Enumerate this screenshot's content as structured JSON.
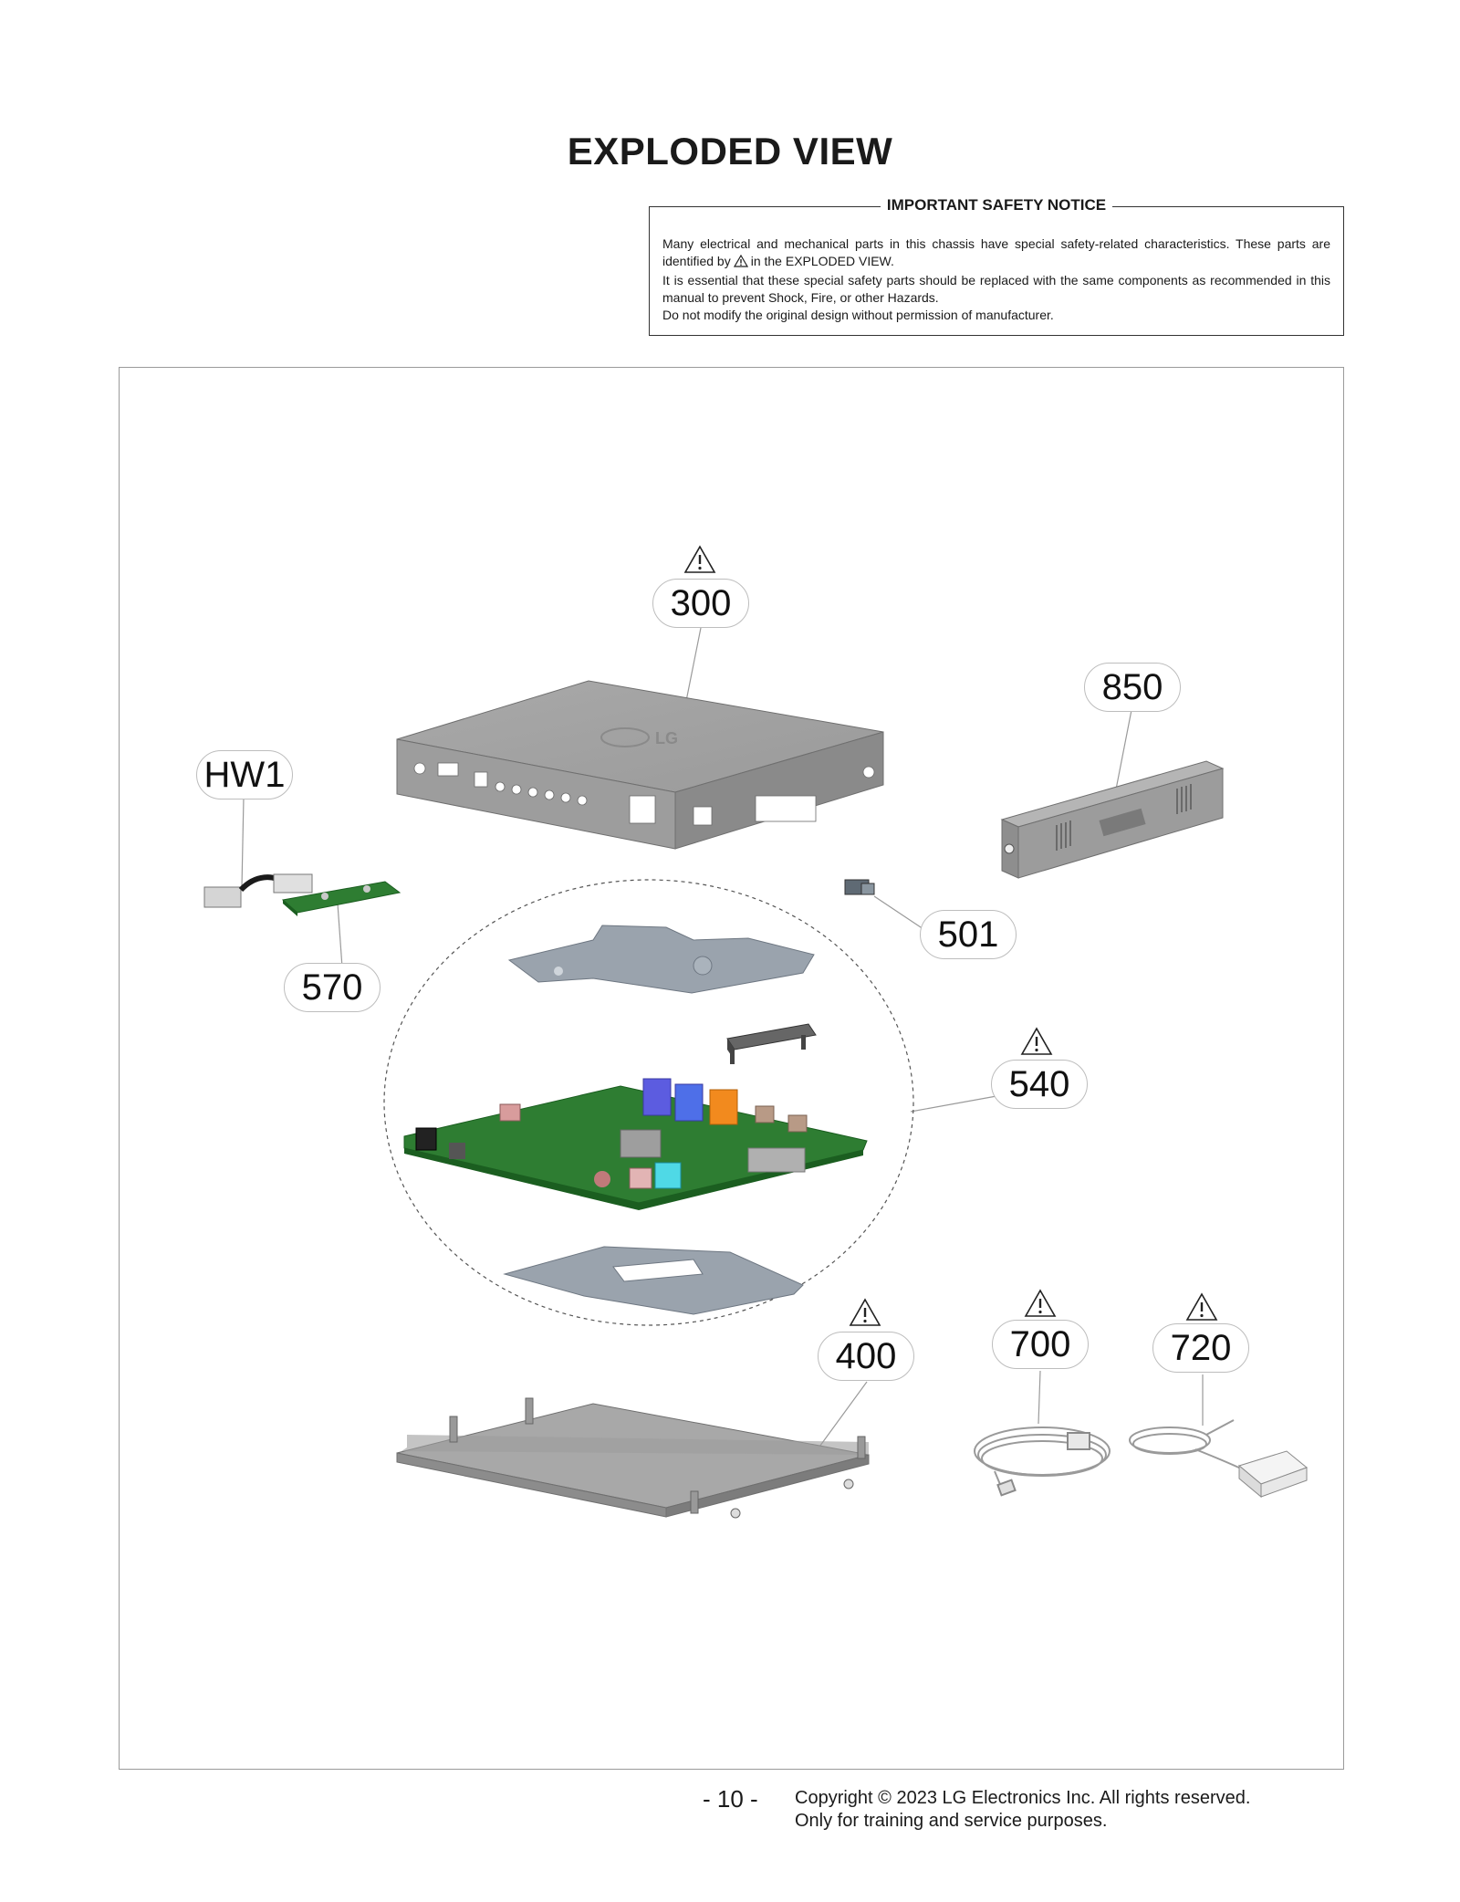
{
  "header": {
    "title": "EXPLODED VIEW"
  },
  "safety_notice": {
    "title": "IMPORTANT SAFETY NOTICE",
    "line1": "Many electrical and mechanical parts in this chassis have special safety-related characteristics. These parts are identified by",
    "line1_tail": "in the EXPLODED VIEW.",
    "line2": "It is essential that these special safety parts should be replaced with the same components as recommended in this manual to prevent Shock, Fire, or other Hazards.",
    "line3": "Do not modify the original design without permission of manufacturer."
  },
  "callouts": {
    "p300": "300",
    "p850": "850",
    "hw1": "HW1",
    "p501": "501",
    "p570": "570",
    "p540": "540",
    "p400": "400",
    "p700": "700",
    "p720": "720"
  },
  "warning_icon": "warning-triangle-icon",
  "footer": {
    "page_number": "- 10 -",
    "copyright_line1": "Copyright © 2023 LG Electronics Inc. All rights reserved.",
    "copyright_line2": "Only for training and service purposes."
  }
}
